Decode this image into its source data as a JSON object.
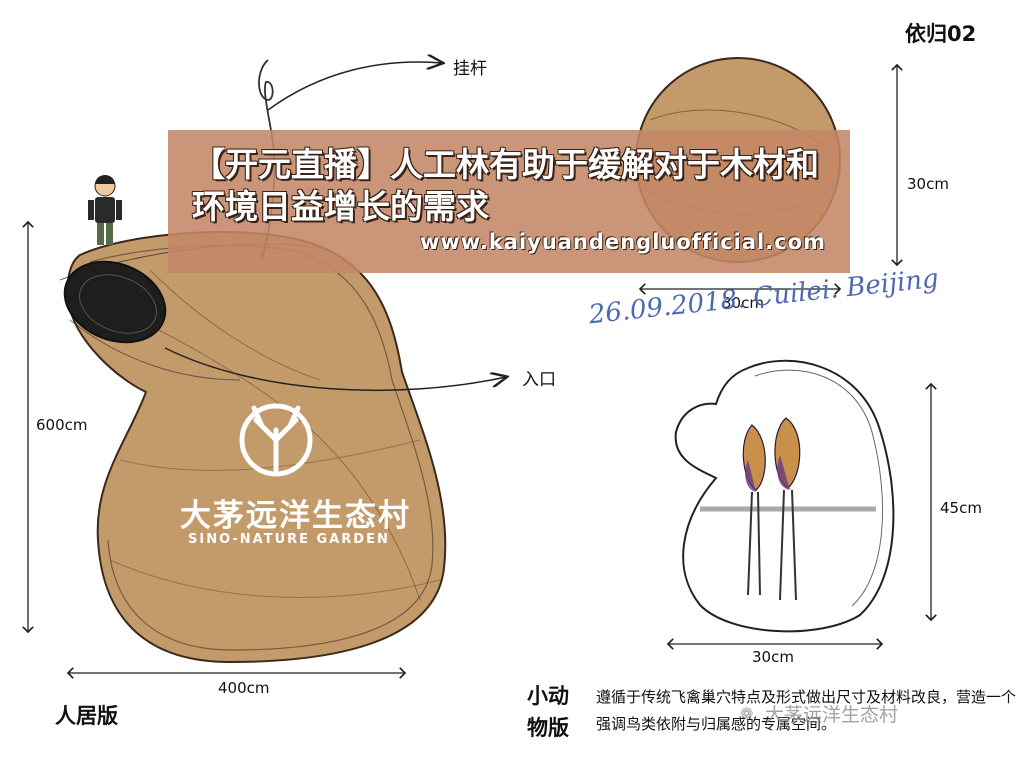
{
  "header": {
    "id_label": "依归02"
  },
  "banner": {
    "title": "【开元直播】人工林有助于缓解对于木材和环境日益增长的需求",
    "url": "www.kaiyuandengluofficial.com"
  },
  "large_nest": {
    "pole_label": "挂杆",
    "entrance_label": "入口",
    "height_label": "600cm",
    "width_label": "400cm",
    "version_label": "人居版",
    "fill_color": "#c39a6a",
    "hole_color": "#1e1e1e"
  },
  "brand": {
    "name_cn": "大茅远洋生态村",
    "name_en": "SINO-NATURE GARDEN"
  },
  "ball": {
    "height_label": "30cm",
    "width_label": "30cm",
    "fill_color": "#c39a6a"
  },
  "signature": "26.09.2018. Cuilei. Beijing",
  "small_nest": {
    "height_label": "45cm",
    "width_label": "30cm",
    "version_line1": "小动",
    "version_line2": "物版",
    "description": "遵循于传统飞禽巢穴特点及形式做出尺寸及材料改良，营造一个强调鸟类依附与归属感的专属空间。"
  },
  "watermark": "大茅远洋生态村"
}
